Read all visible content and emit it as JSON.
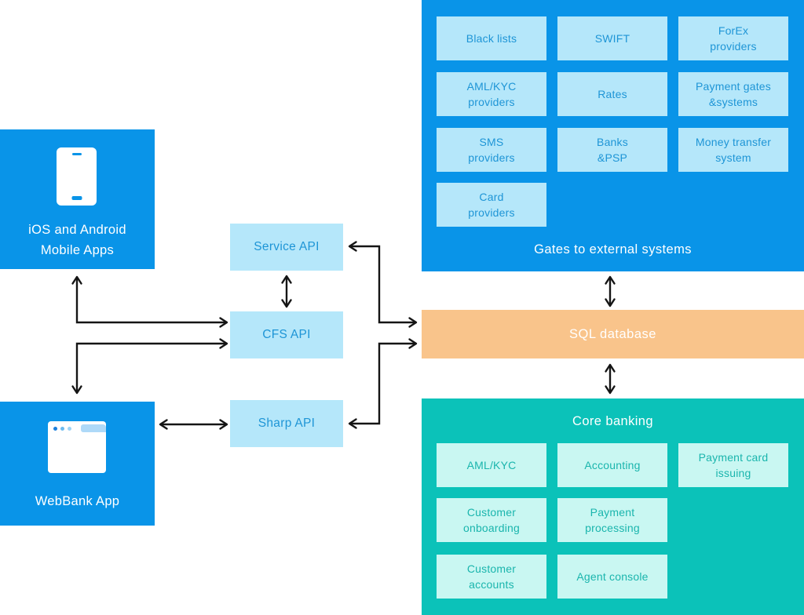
{
  "colors": {
    "panel_blue": "#0994e8",
    "light_blue_box": "#b5e7fa",
    "blue_box_text": "#1e95d6",
    "sql_orange": "#f9c48b",
    "core_teal": "#0bc2b9",
    "light_teal_box": "#c9f7f2",
    "teal_box_text": "#1ab5ad",
    "arrow_black": "#151515"
  },
  "mobile_app": {
    "label": "iOS and Android\nMobile Apps"
  },
  "webbank_app": {
    "label": "WebBank App"
  },
  "apis": {
    "service": "Service API",
    "cfs": "CFS API",
    "sharp": "Sharp API"
  },
  "gates": {
    "title": "Gates to external systems",
    "boxes": [
      "Black lists",
      "SWIFT",
      "ForEx\nproviders",
      "AML/KYC\nproviders",
      "Rates",
      "Payment gates\n&systems",
      "SMS\nproviders",
      "Banks\n&PSP",
      "Money transfer\nsystem",
      "Card\nproviders"
    ]
  },
  "sql": {
    "label": "SQL database"
  },
  "core": {
    "title": "Core banking",
    "boxes": [
      "AML/KYC",
      "Accounting",
      "Payment card\nissuing",
      "Customer\nonboarding",
      "Payment\nprocessing",
      "Customer\naccounts",
      "Agent console"
    ]
  }
}
